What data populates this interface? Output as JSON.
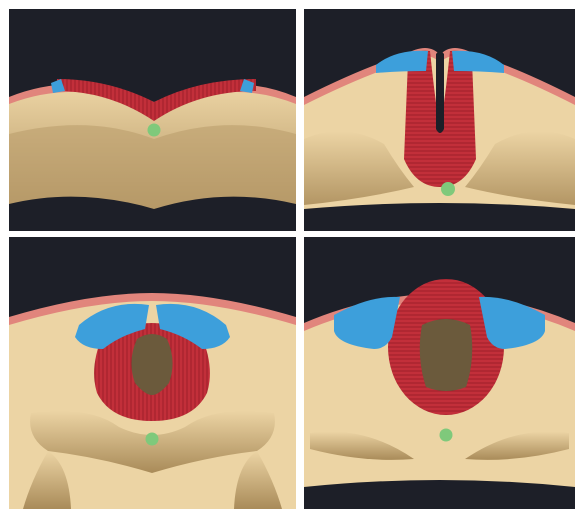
{
  "figure": {
    "panel_count": 4,
    "layout": "2x2 grid",
    "colors": {
      "background": "#1d1f28",
      "tissue": "#ecd4a4",
      "tissue_shadow": "#a98b59",
      "ectoderm": "#e1857c",
      "neural_tissue": "#c22f3a",
      "neural_crest": "#3d9fdb",
      "notochord": "#7fc97b",
      "separator": "#ffffff"
    },
    "panels": [
      {
        "stage": 1,
        "neural_crest_visible": true,
        "notochord_visible": true
      },
      {
        "stage": 2,
        "neural_crest_visible": true,
        "notochord_visible": true
      },
      {
        "stage": 3,
        "neural_crest_visible": true,
        "notochord_visible": true
      },
      {
        "stage": 4,
        "neural_crest_visible": true,
        "notochord_visible": true
      }
    ]
  }
}
